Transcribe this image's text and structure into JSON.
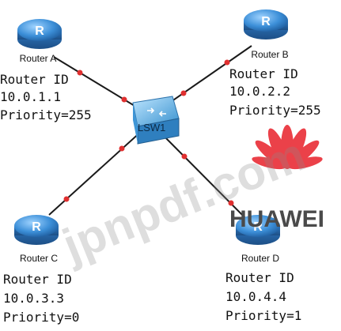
{
  "routers": [
    {
      "id": "router-a",
      "name": "Router A",
      "rid_label": "Router ID",
      "rid": "10.0.1.1",
      "priority": "Priority=255"
    },
    {
      "id": "router-b",
      "name": "Router B",
      "rid_label": "Router ID",
      "rid": "10.0.2.2",
      "priority": "Priority=255"
    },
    {
      "id": "router-c",
      "name": "Router C",
      "rid_label": "Router ID",
      "rid": "10.0.3.3",
      "priority": "Priority=0"
    },
    {
      "id": "router-d",
      "name": "Router D",
      "rid_label": "Router ID",
      "rid": "10.0.4.4",
      "priority": "Priority=1"
    }
  ],
  "switch": {
    "name": "LSW1"
  },
  "watermark": {
    "text": "jpnpdf.com"
  },
  "logo": {
    "text": "HUAWEI"
  },
  "colors": {
    "link": "#1a1a1a",
    "port_dot": "#e03030",
    "router_body": "#3a86d0",
    "switch_body": "#49a5dc",
    "huawei_red": "#e8202a"
  }
}
